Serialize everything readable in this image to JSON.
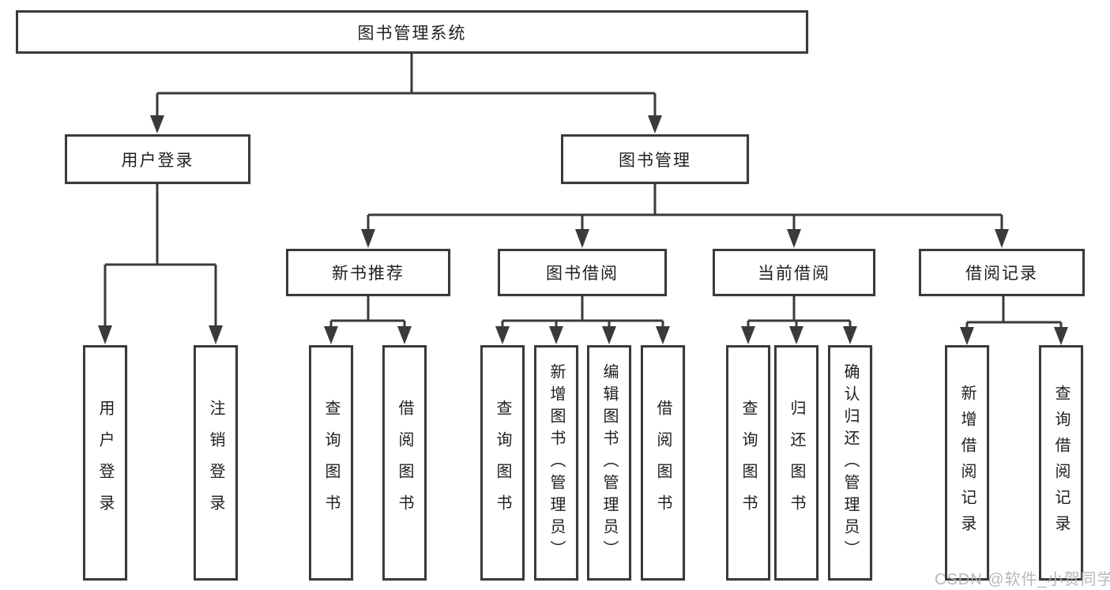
{
  "diagram_type": "tree",
  "nodes": {
    "root": "图书管理系统",
    "user_login": "用户登录",
    "book_mgmt": "图书管理",
    "new_rec": "新书推荐",
    "book_borrow": "图书借阅",
    "current_borrow": "当前借阅",
    "borrow_records": "借阅记录",
    "ul_login": "用户登录",
    "ul_logout": "注销登录",
    "nr_query": "查询图书",
    "nr_borrow": "借阅图书",
    "bb_query": "查询图书",
    "bb_add": "新增图书（管理员）",
    "bb_edit": "编辑图书（管理员）",
    "bb_borrow": "借阅图书",
    "cb_query": "查询图书",
    "cb_return": "归还图书",
    "cb_confirm": "确认归还（管理员）",
    "br_add": "新增借阅记录",
    "br_query": "查询借阅记录"
  },
  "edges": [
    [
      "图书管理系统",
      "用户登录"
    ],
    [
      "图书管理系统",
      "图书管理"
    ],
    [
      "用户登录",
      "用户登录(叶)"
    ],
    [
      "用户登录",
      "注销登录"
    ],
    [
      "图书管理",
      "新书推荐"
    ],
    [
      "图书管理",
      "图书借阅"
    ],
    [
      "图书管理",
      "当前借阅"
    ],
    [
      "图书管理",
      "借阅记录"
    ],
    [
      "新书推荐",
      "查询图书"
    ],
    [
      "新书推荐",
      "借阅图书"
    ],
    [
      "图书借阅",
      "查询图书"
    ],
    [
      "图书借阅",
      "新增图书（管理员）"
    ],
    [
      "图书借阅",
      "编辑图书（管理员）"
    ],
    [
      "图书借阅",
      "借阅图书"
    ],
    [
      "当前借阅",
      "查询图书"
    ],
    [
      "当前借阅",
      "归还图书"
    ],
    [
      "当前借阅",
      "确认归还（管理员）"
    ],
    [
      "借阅记录",
      "新增借阅记录"
    ],
    [
      "借阅记录",
      "查询借阅记录"
    ]
  ],
  "watermark": "CSDN @软件_小贺同学",
  "colors": {
    "line": "#3a3a3a",
    "box_border": "#3a3a3a",
    "box_fill": "#ffffff",
    "text": "#1f1f1f",
    "watermark": "#b2b2b2",
    "background": "#ffffff"
  }
}
